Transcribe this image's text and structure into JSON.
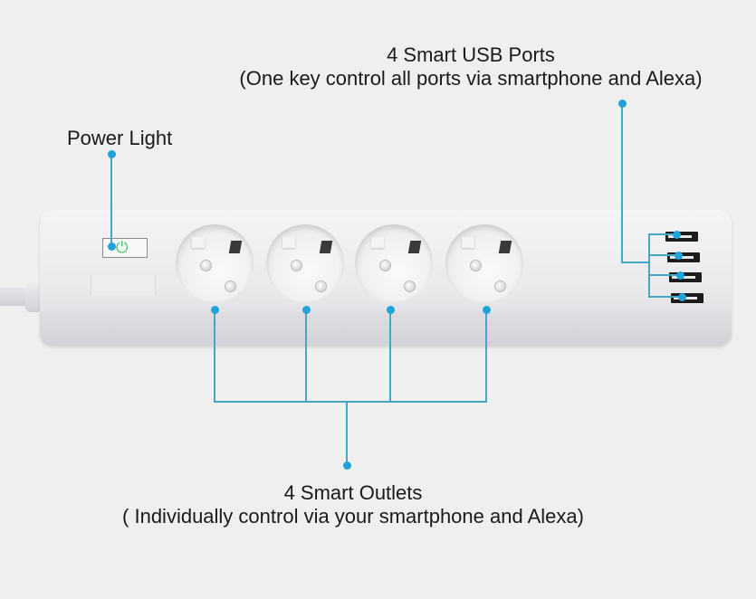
{
  "annotations": {
    "usb": {
      "title": "4 Smart USB Ports",
      "subtitle": "(One key control all ports via smartphone and Alexa)",
      "count": 4
    },
    "power_light": {
      "label": "Power Light",
      "icon": "power-icon",
      "indicator_color": "#3cc85a"
    },
    "outlets": {
      "title": "4 Smart Outlets",
      "subtitle": "( Individually control via your smartphone and Alexa)",
      "count": 4
    }
  },
  "colors": {
    "background": "#efefef",
    "callout_line": "#46a6c8",
    "callout_dot": "#1fa3d8",
    "strip_body": "#ebebee"
  }
}
